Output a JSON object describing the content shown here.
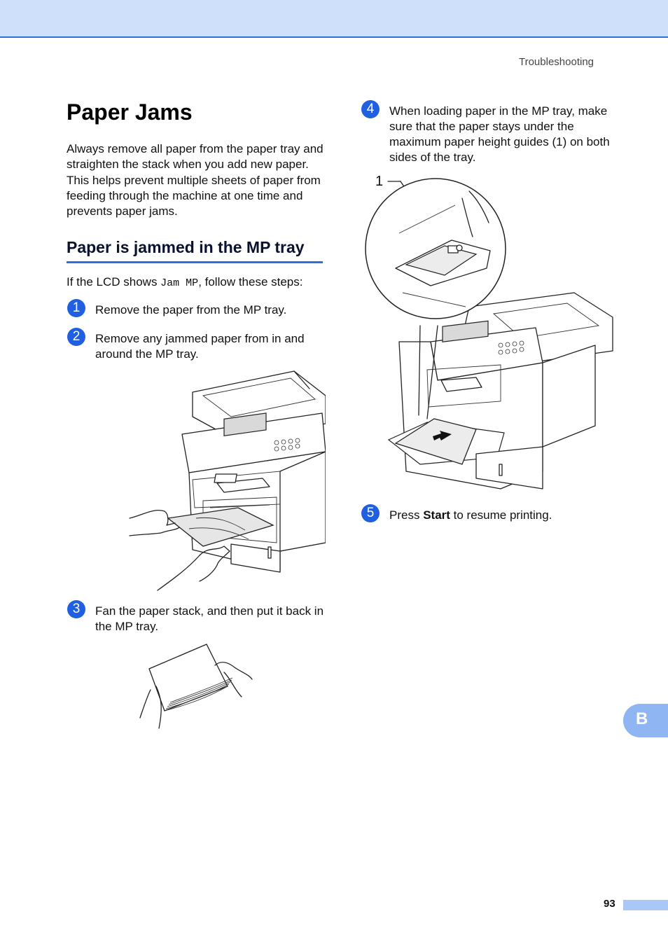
{
  "header": {
    "running_head": "Troubleshooting"
  },
  "title": "Paper Jams",
  "intro": "Always remove all paper from the paper tray and straighten the stack when you add new paper. This helps prevent multiple sheets of paper from feeding through the machine at one time and prevents paper jams.",
  "section": {
    "heading": "Paper is jammed in the MP tray",
    "lcd_prefix": "If the LCD shows ",
    "lcd_code": "Jam MP",
    "lcd_suffix": ", follow these steps:"
  },
  "steps": [
    {
      "num": "1",
      "text": "Remove the paper from the MP tray."
    },
    {
      "num": "2",
      "text": "Remove any jammed paper from in and around the MP tray."
    },
    {
      "num": "3",
      "text": "Fan the paper stack, and then put it back in the MP tray."
    },
    {
      "num": "4",
      "text": "When loading paper in the MP tray, make sure that the paper stays under the maximum paper height guides (1) on both sides of the tray."
    },
    {
      "num": "5",
      "text_before": "Press ",
      "text_bold": "Start",
      "text_after": " to resume printing."
    }
  ],
  "callout_label": "1",
  "side_tab": "B",
  "footer": {
    "page_number": "93"
  },
  "colors": {
    "accent": "#2b6fe0",
    "band": "#cfe0fb",
    "badge": "#1f5fe0",
    "tab": "#8fb6f3"
  }
}
